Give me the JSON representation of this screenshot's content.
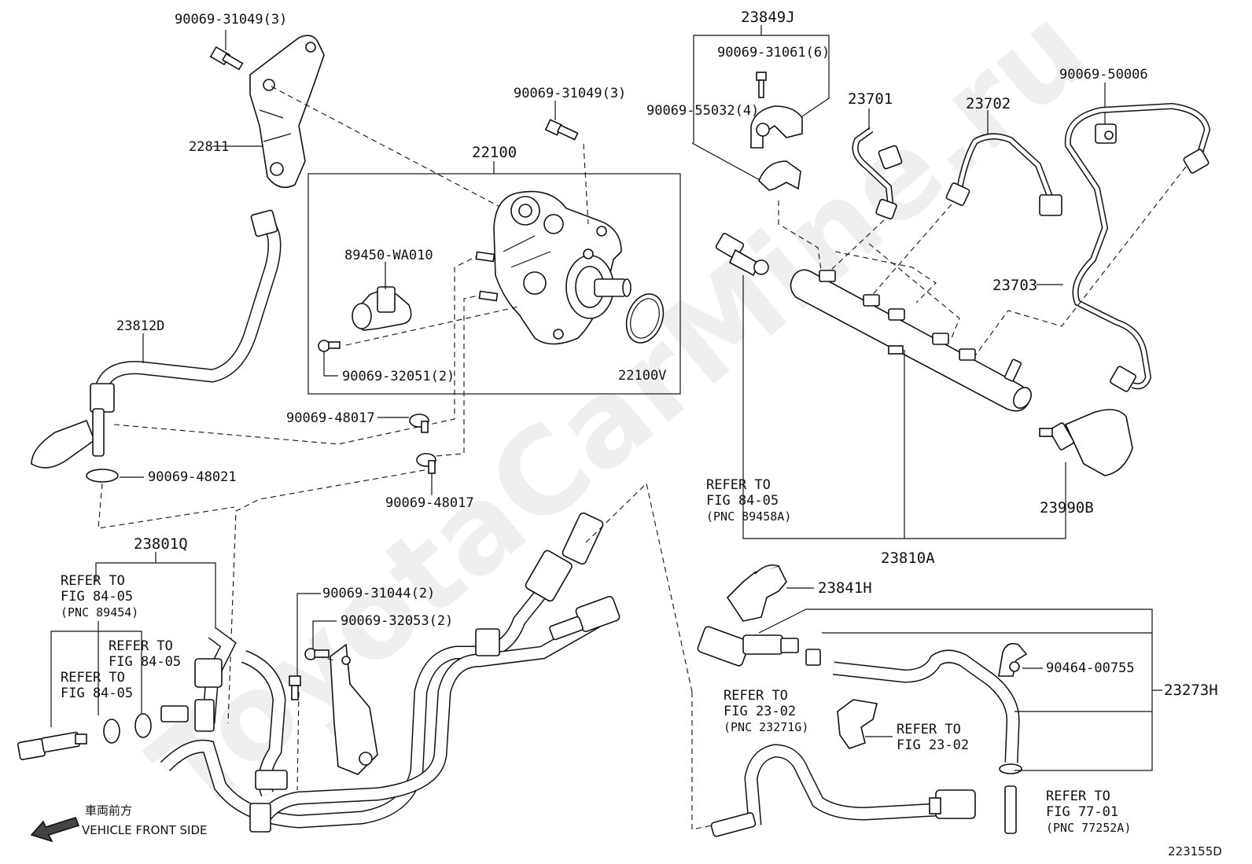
{
  "labels": {
    "p22811": "22811",
    "p90069_31049_a": "90069-31049(3)",
    "p90069_31049_b": "90069-31049(3)",
    "p22100": "22100",
    "p89450": "89450-WA010",
    "p90069_32051": "90069-32051(2)",
    "p22100V": "22100V",
    "p23812D": "23812D",
    "p90069_48017_a": "90069-48017",
    "p90069_48017_b": "90069-48017",
    "p90069_48021": "90069-48021",
    "p23849J": "23849J",
    "p90069_31061": "90069-31061(6)",
    "p90069_55032": "90069-55032(4)",
    "p23701": "23701",
    "p23702": "23702",
    "p90069_50006": "90069-50006",
    "p23703": "23703",
    "p23810A": "23810A",
    "p23990B": "23990B",
    "p23801Q": "23801Q",
    "p90069_31044": "90069-31044(2)",
    "p90069_32053": "90069-32053(2)",
    "p23841H": "23841H",
    "p90464_00755": "90464-00755",
    "p23273H": "23273H"
  },
  "refs": {
    "r1": {
      "line1": "REFER TO",
      "line2": "FIG 84-05",
      "line3": "(PNC 89458A)"
    },
    "r2": {
      "line1": "REFER TO",
      "line2": "FIG 84-05",
      "line3": "(PNC 89454)"
    },
    "r3": {
      "line1": "REFER TO",
      "line2": "FIG 84-05"
    },
    "r4": {
      "line1": "REFER TO",
      "line2": "FIG 84-05"
    },
    "r5": {
      "line1": "REFER TO",
      "line2": "FIG 23-02",
      "line3": "(PNC 23271G)"
    },
    "r6": {
      "line1": "REFER TO",
      "line2": "FIG 23-02"
    },
    "r7": {
      "line1": "REFER TO",
      "line2": "FIG 77-01",
      "line3": "(PNC 77252A)"
    }
  },
  "direction": {
    "jp": "車両前方",
    "en": "VEHICLE FRONT SIDE"
  },
  "watermark": "ToyotaCarMine.ru",
  "figure_code": "223155D"
}
